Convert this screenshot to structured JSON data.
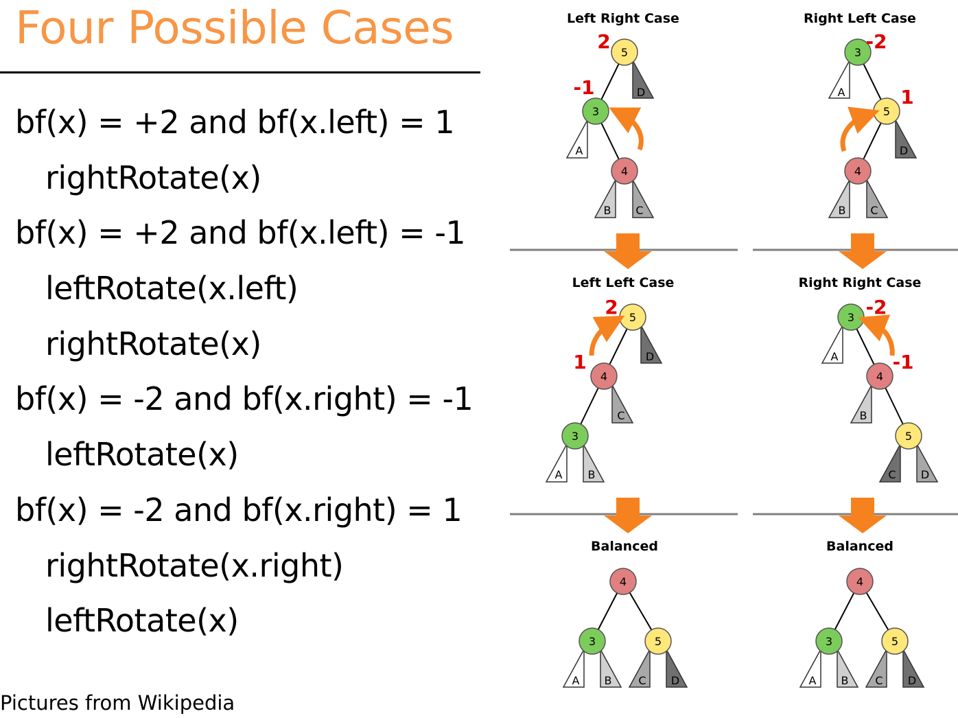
{
  "title": "Four Possible Cases",
  "cases": [
    {
      "condition": "bf(x) = +2 and bf(x.left) = 1",
      "actions": [
        "rightRotate(x)"
      ]
    },
    {
      "condition": "bf(x) = +2 and bf(x.left) = -1",
      "actions": [
        "leftRotate(x.left)",
        "rightRotate(x)"
      ]
    },
    {
      "condition": "bf(x) = -2 and bf(x.right) = -1",
      "actions": [
        "leftRotate(x)"
      ]
    },
    {
      "condition": "bf(x) = -2 and bf(x.right) = 1",
      "actions": [
        "rightRotate(x.right)",
        "leftRotate(x)"
      ]
    }
  ],
  "credit": "Pictures from Wikipedia",
  "diagram": {
    "panel_titles": {
      "left_right": "Left Right Case",
      "right_left": "Right Left Case",
      "left_left": "Left Left Case",
      "right_right": "Right Right Case",
      "balanced_left": "Balanced",
      "balanced_right": "Balanced"
    },
    "node_labels": {
      "three": "3",
      "four": "4",
      "five": "5"
    },
    "subtree_labels": {
      "a": "A",
      "b": "B",
      "c": "C",
      "d": "D"
    },
    "balance_labels": {
      "lr_root": "2",
      "lr_child": "-1",
      "rl_root": "-2",
      "rl_child": "1",
      "ll_root": "2",
      "ll_child": "1",
      "rr_root": "-2",
      "rr_child": "-1"
    },
    "colors": {
      "title_orange": "#f79646",
      "arrow_orange": "#f5821f",
      "balance_red": "#e00000",
      "node_green": "#7ccc5c",
      "node_yellow": "#ffe77a",
      "node_red": "#e08080",
      "subtree_white": "#ffffff",
      "subtree_light": "#d0d0d0",
      "subtree_mid": "#a8a8a8",
      "subtree_dark": "#707070"
    }
  }
}
